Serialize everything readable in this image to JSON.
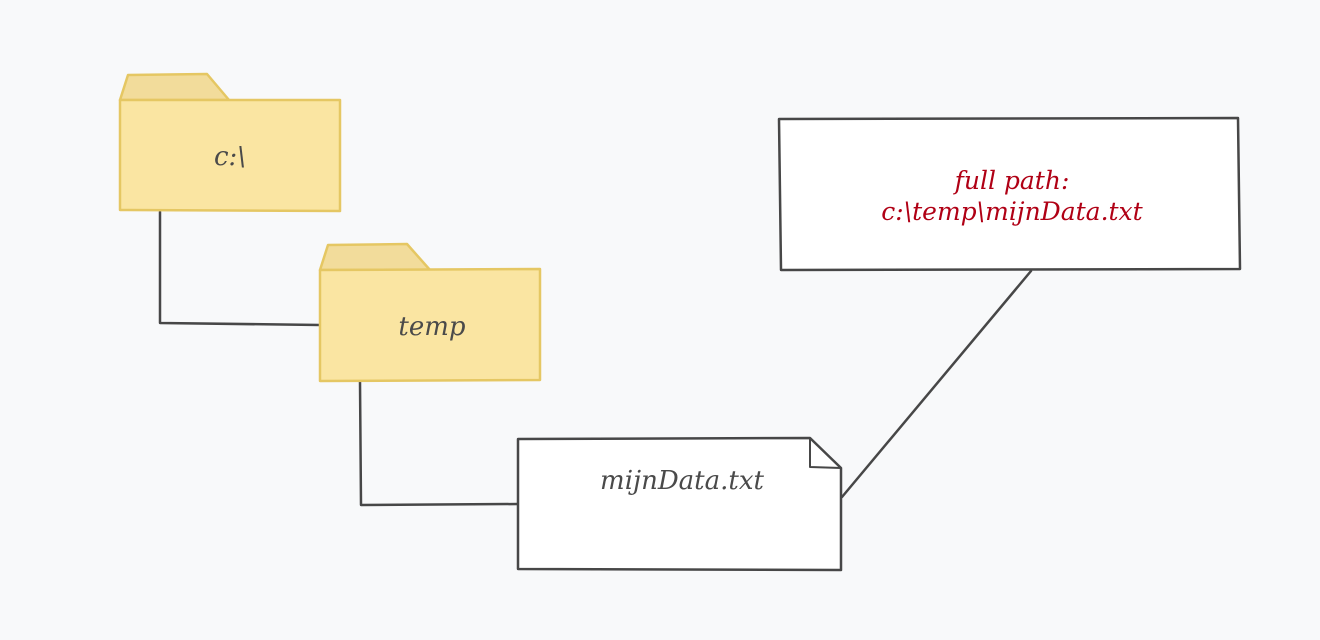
{
  "nodes": {
    "root_folder": {
      "label": "c:\\"
    },
    "temp_folder": {
      "label": "temp"
    },
    "file": {
      "label": "mijnData.txt"
    }
  },
  "callout": {
    "line1": "full path:",
    "line2": "c:\\temp\\mijnData.txt"
  },
  "colors": {
    "background": "#f8f9fa",
    "folder_fill": "#fae5a2",
    "folder_tab_fill": "#f2dc9b",
    "folder_stroke": "#e5c763",
    "stroke": "#474747",
    "node_text": "#4a4a4a",
    "callout_text": "#b00015",
    "box_fill": "#ffffff"
  }
}
